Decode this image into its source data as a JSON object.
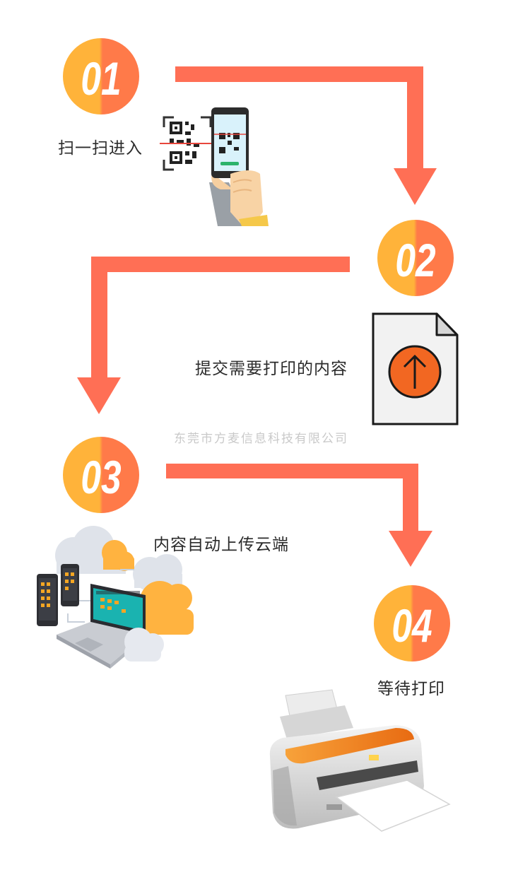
{
  "steps": [
    {
      "number": "01",
      "label": "扫一扫进入",
      "illustration": "qr-scan-phone-icon"
    },
    {
      "number": "02",
      "label": "提交需要打印的内容",
      "illustration": "upload-document-icon"
    },
    {
      "number": "03",
      "label": "内容自动上传云端",
      "illustration": "cloud-devices-icon"
    },
    {
      "number": "04",
      "label": "等待打印",
      "illustration": "printer-icon"
    }
  ],
  "watermark": "东莞市方麦信息科技有限公司",
  "colors": {
    "arrow": "#ff6f55",
    "badge_light": "#ffb33a",
    "badge_dark": "#ff7a49",
    "document_circle": "#f26722",
    "screen_teal": "#1ab3b0",
    "cloud_orange": "#ffb340",
    "cloud_grey": "#dfe3ea",
    "printer_orange": "#f58b1f"
  }
}
